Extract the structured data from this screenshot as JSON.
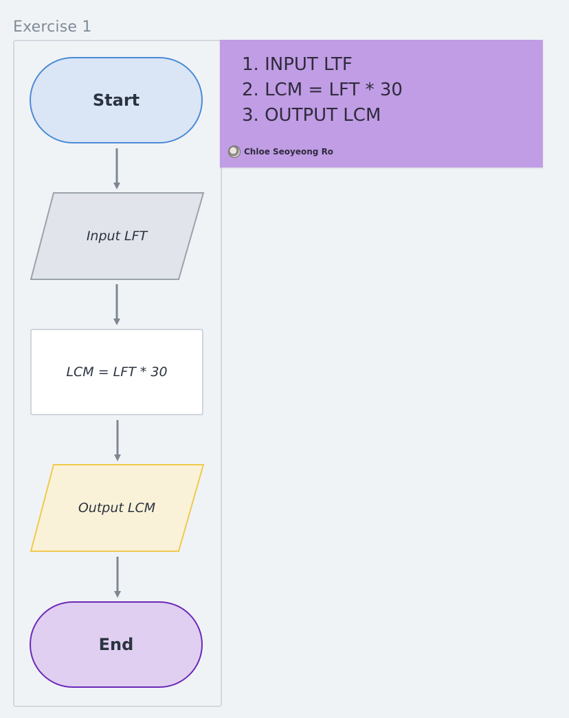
{
  "frame": {
    "title": "Exercise 1"
  },
  "flowchart": {
    "start": "Start",
    "input": "Input LFT",
    "process": "LCM = LFT * 30",
    "output": "Output LCM",
    "end": "End"
  },
  "sticky_note": {
    "lines": [
      "1. INPUT LTF",
      "2. LCM = LFT * 30",
      "3. OUTPUT LCM"
    ],
    "author": "Chloe Seoyeong Ro",
    "color": "#c09de4"
  },
  "colors": {
    "start_fill": "#dae6f5",
    "start_stroke": "#4a8ad6",
    "input_fill": "#e1e4ea",
    "input_stroke": "#9aa2ab",
    "output_fill": "#faf2d8",
    "output_stroke": "#f0c94c",
    "end_fill": "#e0cff0",
    "end_stroke": "#6b28b8",
    "arrow": "#7d8792"
  }
}
